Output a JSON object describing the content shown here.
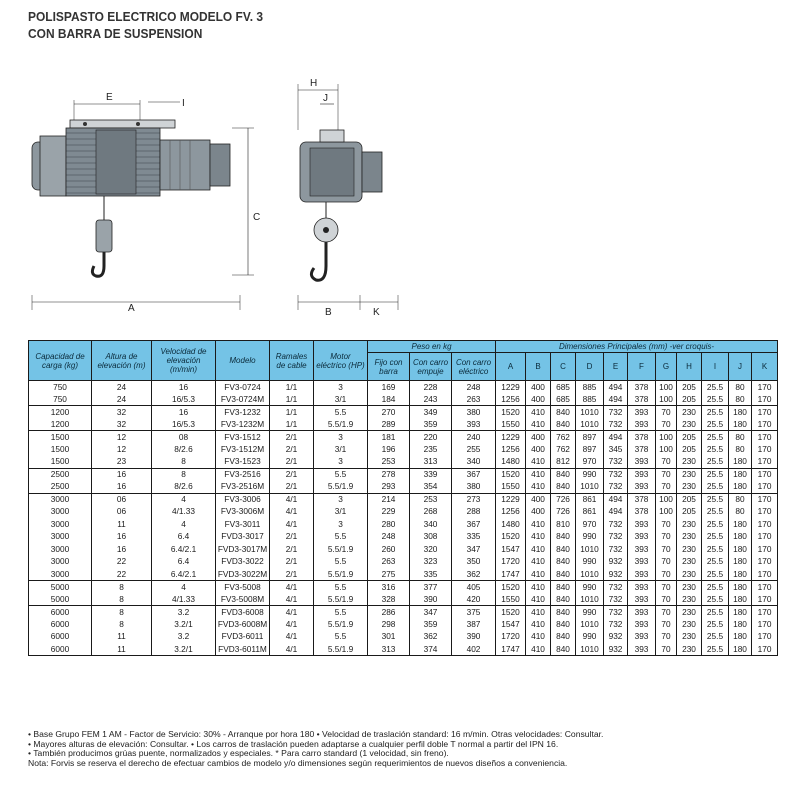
{
  "title": {
    "line1": "POLISPASTO ELECTRICO MODELO FV. 3",
    "line2": "CON BARRA DE SUSPENSION"
  },
  "drawing_labels": {
    "E": "E",
    "I": "I",
    "C": "C",
    "A": "A",
    "H": "H",
    "J": "J",
    "B": "B",
    "K": "K"
  },
  "table": {
    "headers": {
      "capacidad": "Capacidad de carga (kg)",
      "altura": "Altura de elevación (m)",
      "velocidad": "Velocidad de elevación (m/min)",
      "modelo": "Modelo",
      "ramales": "Ramales de cable",
      "motor": "Motor eléctrico (HP)",
      "peso": "Peso en kg",
      "peso_fijo": "Fijo con barra",
      "peso_empuje": "Con carro empuje",
      "peso_electrico": "Con carro eléctrico",
      "dimensiones": "Dimensiones Principales (mm) -ver croquis-",
      "letters": [
        "A",
        "B",
        "C",
        "D",
        "E",
        "F",
        "G",
        "H",
        "I",
        "J",
        "K"
      ]
    },
    "rows": [
      [
        "750",
        "24",
        "16",
        "FV3-0724",
        "1/1",
        "3",
        "169",
        "228",
        "248",
        "1229",
        "400",
        "685",
        "885",
        "494",
        "378",
        "100",
        "205",
        "25.5",
        "80",
        "170"
      ],
      [
        "750",
        "24",
        "16/5.3",
        "FV3-0724M",
        "1/1",
        "3/1",
        "184",
        "243",
        "263",
        "1256",
        "400",
        "685",
        "885",
        "494",
        "378",
        "100",
        "205",
        "25.5",
        "80",
        "170"
      ],
      [
        "1200",
        "32",
        "16",
        "FV3-1232",
        "1/1",
        "5.5",
        "270",
        "349",
        "380",
        "1520",
        "410",
        "840",
        "1010",
        "732",
        "393",
        "70",
        "230",
        "25.5",
        "180",
        "170"
      ],
      [
        "1200",
        "32",
        "16/5.3",
        "FV3-1232M",
        "1/1",
        "5.5/1.9",
        "289",
        "359",
        "393",
        "1550",
        "410",
        "840",
        "1010",
        "732",
        "393",
        "70",
        "230",
        "25.5",
        "180",
        "170"
      ],
      [
        "1500",
        "12",
        "08",
        "FV3-1512",
        "2/1",
        "3",
        "181",
        "220",
        "240",
        "1229",
        "400",
        "762",
        "897",
        "494",
        "378",
        "100",
        "205",
        "25.5",
        "80",
        "170"
      ],
      [
        "1500",
        "12",
        "8/2.6",
        "FV3-1512M",
        "2/1",
        "3/1",
        "196",
        "235",
        "255",
        "1256",
        "400",
        "762",
        "897",
        "345",
        "378",
        "100",
        "205",
        "25.5",
        "80",
        "170"
      ],
      [
        "1500",
        "23",
        "8",
        "FV3-1523",
        "2/1",
        "3",
        "253",
        "313",
        "340",
        "1480",
        "410",
        "812",
        "970",
        "732",
        "393",
        "70",
        "230",
        "25.5",
        "180",
        "170"
      ],
      [
        "2500",
        "16",
        "8",
        "FV3-2516",
        "2/1",
        "5.5",
        "278",
        "339",
        "367",
        "1520",
        "410",
        "840",
        "990",
        "732",
        "393",
        "70",
        "230",
        "25.5",
        "180",
        "170"
      ],
      [
        "2500",
        "16",
        "8/2.6",
        "FV3-2516M",
        "2/1",
        "5.5/1.9",
        "293",
        "354",
        "380",
        "1550",
        "410",
        "840",
        "1010",
        "732",
        "393",
        "70",
        "230",
        "25.5",
        "180",
        "170"
      ],
      [
        "3000",
        "06",
        "4",
        "FV3-3006",
        "4/1",
        "3",
        "214",
        "253",
        "273",
        "1229",
        "400",
        "726",
        "861",
        "494",
        "378",
        "100",
        "205",
        "25.5",
        "80",
        "170"
      ],
      [
        "3000",
        "06",
        "4/1.33",
        "FV3-3006M",
        "4/1",
        "3/1",
        "229",
        "268",
        "288",
        "1256",
        "400",
        "726",
        "861",
        "494",
        "378",
        "100",
        "205",
        "25.5",
        "80",
        "170"
      ],
      [
        "3000",
        "11",
        "4",
        "FV3-3011",
        "4/1",
        "3",
        "280",
        "340",
        "367",
        "1480",
        "410",
        "810",
        "970",
        "732",
        "393",
        "70",
        "230",
        "25.5",
        "180",
        "170"
      ],
      [
        "3000",
        "16",
        "6.4",
        "FVD3-3017",
        "2/1",
        "5.5",
        "248",
        "308",
        "335",
        "1520",
        "410",
        "840",
        "990",
        "732",
        "393",
        "70",
        "230",
        "25.5",
        "180",
        "170"
      ],
      [
        "3000",
        "16",
        "6.4/2.1",
        "FVD3-3017M",
        "2/1",
        "5.5/1.9",
        "260",
        "320",
        "347",
        "1547",
        "410",
        "840",
        "1010",
        "732",
        "393",
        "70",
        "230",
        "25.5",
        "180",
        "170"
      ],
      [
        "3000",
        "22",
        "6.4",
        "FVD3-3022",
        "2/1",
        "5.5",
        "263",
        "323",
        "350",
        "1720",
        "410",
        "840",
        "990",
        "932",
        "393",
        "70",
        "230",
        "25.5",
        "180",
        "170"
      ],
      [
        "3000",
        "22",
        "6.4/2.1",
        "FVD3-3022M",
        "2/1",
        "5.5/1.9",
        "275",
        "335",
        "362",
        "1747",
        "410",
        "840",
        "1010",
        "932",
        "393",
        "70",
        "230",
        "25.5",
        "180",
        "170"
      ],
      [
        "5000",
        "8",
        "4",
        "FV3-5008",
        "4/1",
        "5.5",
        "316",
        "377",
        "405",
        "1520",
        "410",
        "840",
        "990",
        "732",
        "393",
        "70",
        "230",
        "25.5",
        "180",
        "170"
      ],
      [
        "5000",
        "8",
        "4/1.33",
        "FV3-5008M",
        "4/1",
        "5.5/1.9",
        "328",
        "390",
        "420",
        "1550",
        "410",
        "840",
        "1010",
        "732",
        "393",
        "70",
        "230",
        "25.5",
        "180",
        "170"
      ],
      [
        "6000",
        "8",
        "3.2",
        "FVD3-6008",
        "4/1",
        "5.5",
        "286",
        "347",
        "375",
        "1520",
        "410",
        "840",
        "990",
        "732",
        "393",
        "70",
        "230",
        "25.5",
        "180",
        "170"
      ],
      [
        "6000",
        "8",
        "3.2/1",
        "FVD3-6008M",
        "4/1",
        "5.5/1.9",
        "298",
        "359",
        "387",
        "1547",
        "410",
        "840",
        "1010",
        "732",
        "393",
        "70",
        "230",
        "25.5",
        "180",
        "170"
      ],
      [
        "6000",
        "11",
        "3.2",
        "FVD3-6011",
        "4/1",
        "5.5",
        "301",
        "362",
        "390",
        "1720",
        "410",
        "840",
        "990",
        "932",
        "393",
        "70",
        "230",
        "25.5",
        "180",
        "170"
      ],
      [
        "6000",
        "11",
        "3.2/1",
        "FVD3-6011M",
        "4/1",
        "5.5/1.9",
        "313",
        "374",
        "402",
        "1747",
        "410",
        "840",
        "1010",
        "932",
        "393",
        "70",
        "230",
        "25.5",
        "180",
        "170"
      ]
    ],
    "group_starts": [
      0,
      2,
      4,
      7,
      9,
      16,
      18
    ]
  },
  "notes": [
    "• Base Grupo FEM 1 AM - Factor de Servicio: 30% - Arranque por hora 180 • Velocidad de traslación standard: 16 m/min. Otras velocidades: Consultar.",
    "• Mayores alturas de elevación: Consultar. • Los carros de traslación pueden adaptarse a cualquier perfil doble T normal a partir del IPN 16.",
    "• También producimos grúas puente, normalizados y especiales. * Para carro standard (1 velocidad, sin freno).",
    "Nota: Forvis se reserva el derecho de efectuar cambios de modelo y/o dimensiones según requerimientos de nuevos diseños a conveniencia."
  ]
}
